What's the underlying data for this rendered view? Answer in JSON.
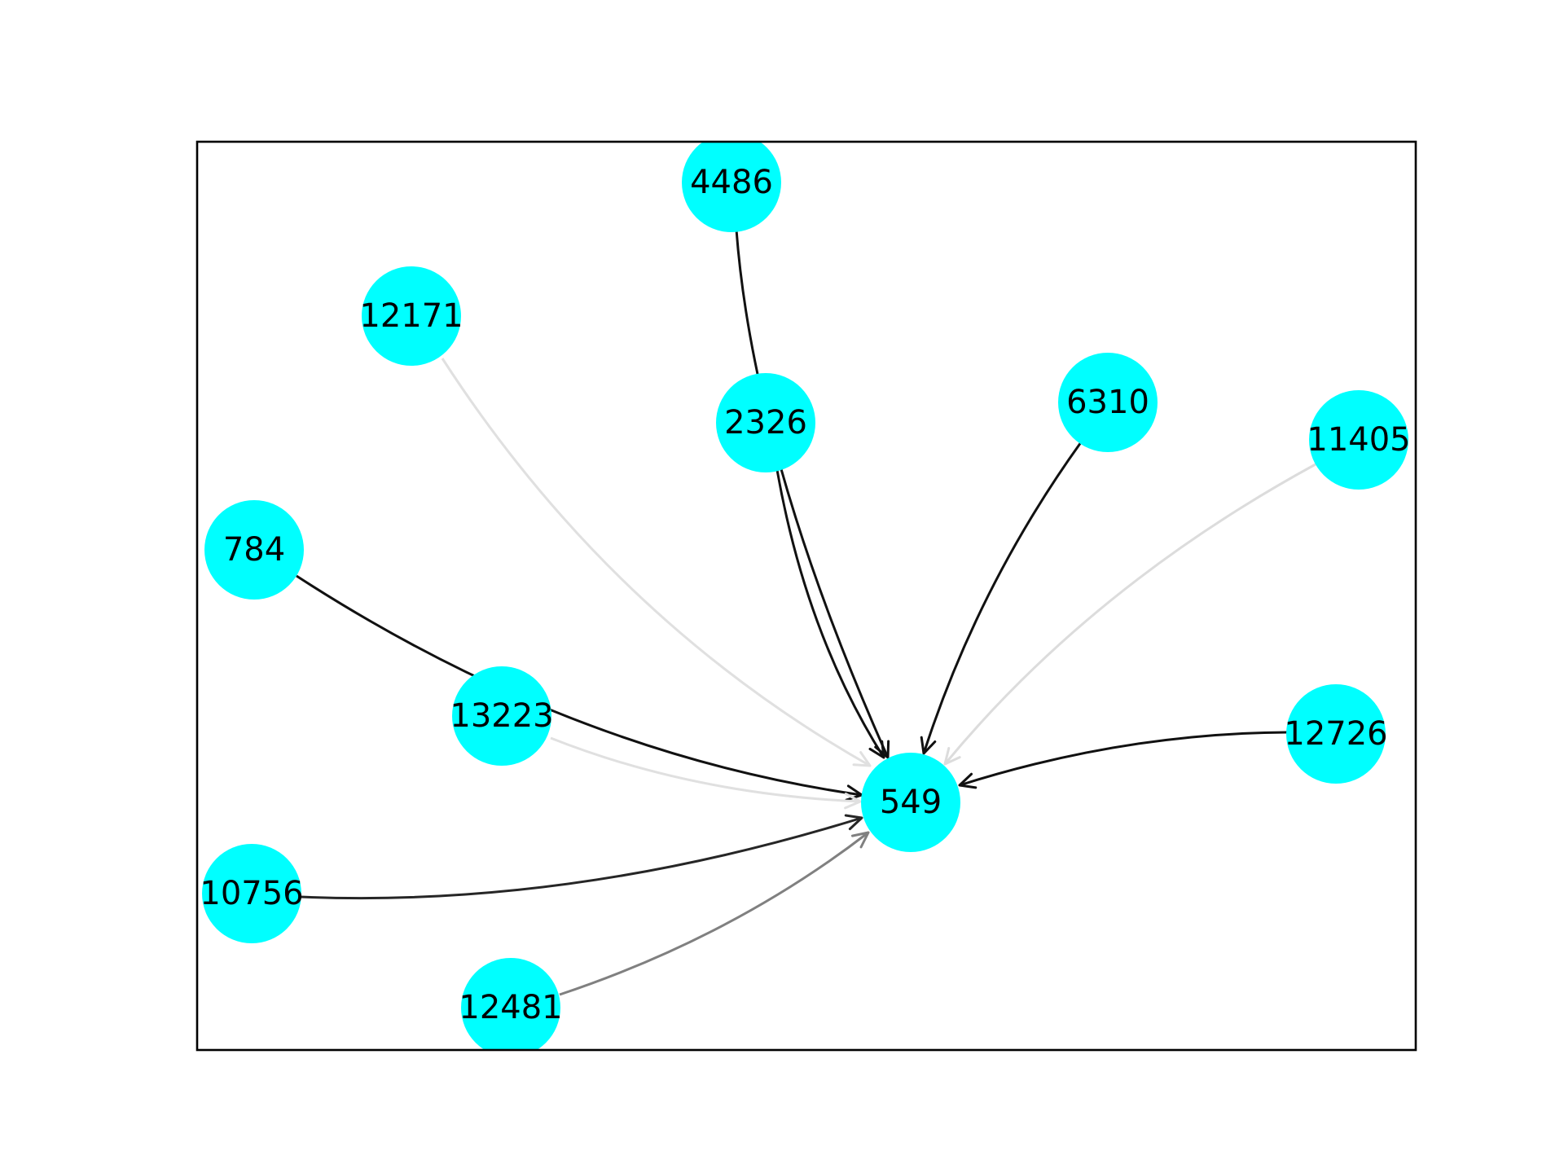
{
  "graph": {
    "type": "directed-graph",
    "node_color": "#00ffff",
    "frame_color": "#000000",
    "target": "549",
    "nodes": [
      {
        "id": "n549",
        "label": "549"
      },
      {
        "id": "n4486",
        "label": "4486"
      },
      {
        "id": "n12171",
        "label": "12171"
      },
      {
        "id": "n2326",
        "label": "2326"
      },
      {
        "id": "n6310",
        "label": "6310"
      },
      {
        "id": "n11405",
        "label": "11405"
      },
      {
        "id": "n784",
        "label": "784"
      },
      {
        "id": "n13223",
        "label": "13223"
      },
      {
        "id": "n12726",
        "label": "12726"
      },
      {
        "id": "n10756",
        "label": "10756"
      },
      {
        "id": "n12481",
        "label": "12481"
      }
    ],
    "edges": [
      {
        "from": "4486",
        "to": "549",
        "color": "#111111"
      },
      {
        "from": "2326",
        "to": "549",
        "color": "#111111"
      },
      {
        "from": "12171",
        "to": "549",
        "color": "#e0e0e0"
      },
      {
        "from": "6310",
        "to": "549",
        "color": "#111111"
      },
      {
        "from": "11405",
        "to": "549",
        "color": "#dcdcdc"
      },
      {
        "from": "784",
        "to": "549",
        "color": "#111111"
      },
      {
        "from": "13223",
        "to": "549",
        "color": "#e0e0e0"
      },
      {
        "from": "12726",
        "to": "549",
        "color": "#111111"
      },
      {
        "from": "10756",
        "to": "549",
        "color": "#262626"
      },
      {
        "from": "12481",
        "to": "549",
        "color": "#808080"
      }
    ]
  }
}
